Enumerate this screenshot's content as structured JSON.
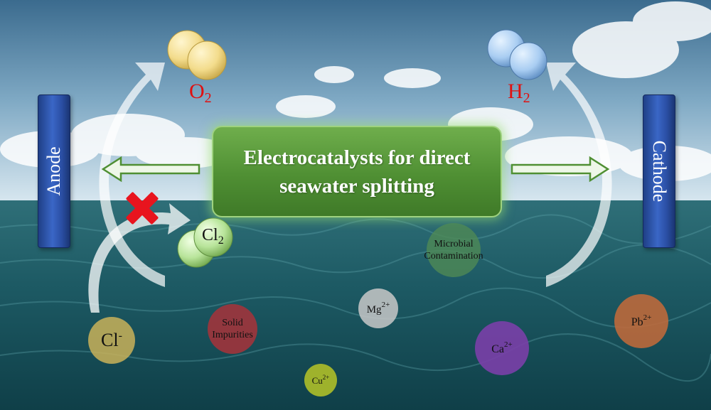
{
  "title": "Electrocatalysts for direct seawater splitting",
  "electrodes": {
    "anode": "Anode",
    "cathode": "Cathode"
  },
  "products": {
    "oxygen": {
      "symbol": "O",
      "subscript": "2"
    },
    "hydrogen": {
      "symbol": "H",
      "subscript": "2"
    },
    "chlorine": {
      "symbol": "Cl",
      "subscript": "2"
    }
  },
  "ions": {
    "chloride": {
      "symbol": "Cl",
      "charge": "-"
    },
    "magnesium": {
      "symbol": "Mg",
      "charge": "2+"
    },
    "calcium": {
      "symbol": "Ca",
      "charge": "2+"
    },
    "copper": {
      "symbol": "Cu",
      "charge": "2+"
    },
    "lead": {
      "symbol": "Pb",
      "charge": "2+"
    }
  },
  "impurities": {
    "solid": {
      "line1": "Solid",
      "line2": "Impurities"
    },
    "microbial": {
      "line1": "Microbial",
      "line2": "Contamination"
    }
  },
  "colors": {
    "sky_top": "#3f6f91",
    "sea": "#1c5a66",
    "electrode": "#2d55b0",
    "title_box": "#5a9a3c",
    "gas_label": "#e01010",
    "oxygen_sphere": "#f3dc8c",
    "hydrogen_sphere": "#a9cdf2",
    "chlorine_sphere": "#b8e49a",
    "blocked_mark": "#e8141e",
    "chloride_ion": "#c9b159",
    "magnesium_ion": "#c8c8c8",
    "calcium_ion": "#7a3fa8",
    "copper_ion": "#a7b82a",
    "lead_ion": "#c06a3a",
    "solid_impurities": "#a8323a",
    "microbial_contamination": "#4f8a55"
  }
}
